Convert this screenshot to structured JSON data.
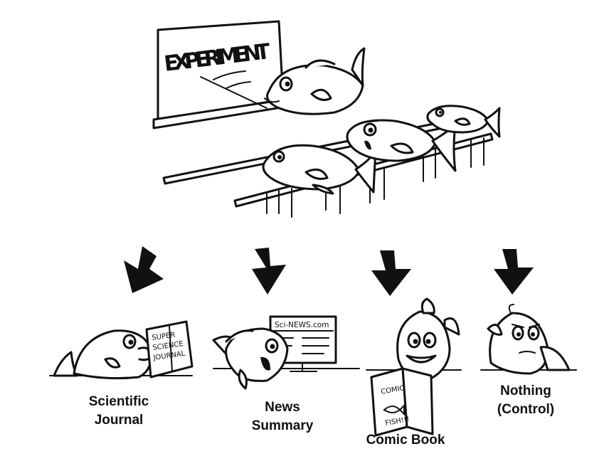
{
  "board": {
    "text": "EXPERIMENT"
  },
  "screen": {
    "text": "Sci-NEWS.com"
  },
  "journal": {
    "line1": "SUPER",
    "line2": "SCIENCE",
    "line3": "JOURNAL"
  },
  "comic": {
    "line1": "COMIC",
    "line2": "FISH!!!"
  },
  "groups": [
    {
      "line1": "Scientific",
      "line2": "Journal"
    },
    {
      "line1": "News",
      "line2": "Summary"
    },
    {
      "line1": "Comic Book",
      "line2": ""
    },
    {
      "line1": "Nothing",
      "line2": "(Control)"
    }
  ]
}
